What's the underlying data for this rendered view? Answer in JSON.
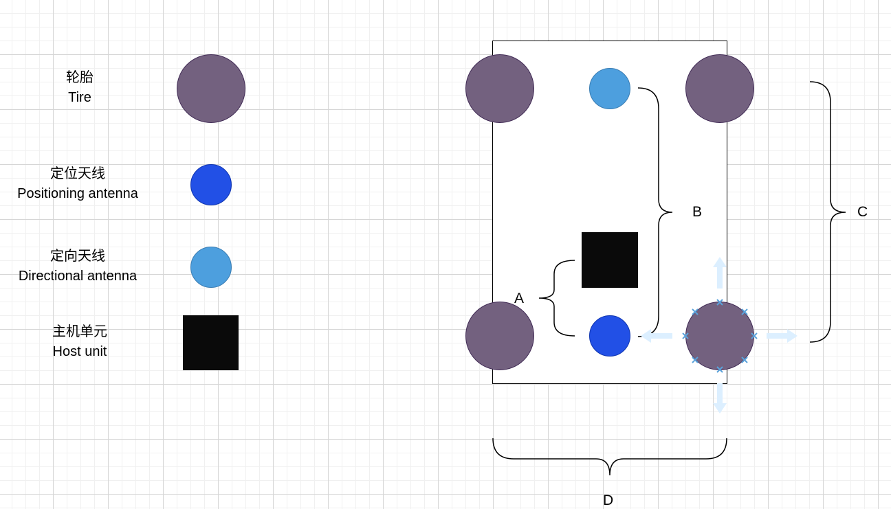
{
  "legend": {
    "tire": {
      "label_zh": "轮胎",
      "label_en": "Tire"
    },
    "positioning_antenna": {
      "label_zh": "定位天线",
      "label_en": "Positioning antenna"
    },
    "directional_antenna": {
      "label_zh": "定向天线",
      "label_en": "Directional antenna"
    },
    "host_unit": {
      "label_zh": "主机单元",
      "label_en": "Host unit"
    }
  },
  "dimensions": {
    "a": "A",
    "b": "B",
    "c": "C",
    "d": "D"
  },
  "colors": {
    "tire_fill": "#73617f",
    "tire_stroke": "#432d57",
    "positioning_antenna_fill": "#2250e6",
    "directional_antenna_fill": "#4d9fde",
    "host_unit_fill": "#0a0a0a",
    "selection_handle": "#7fb8e6",
    "grid_line": "#d6d6d6"
  }
}
